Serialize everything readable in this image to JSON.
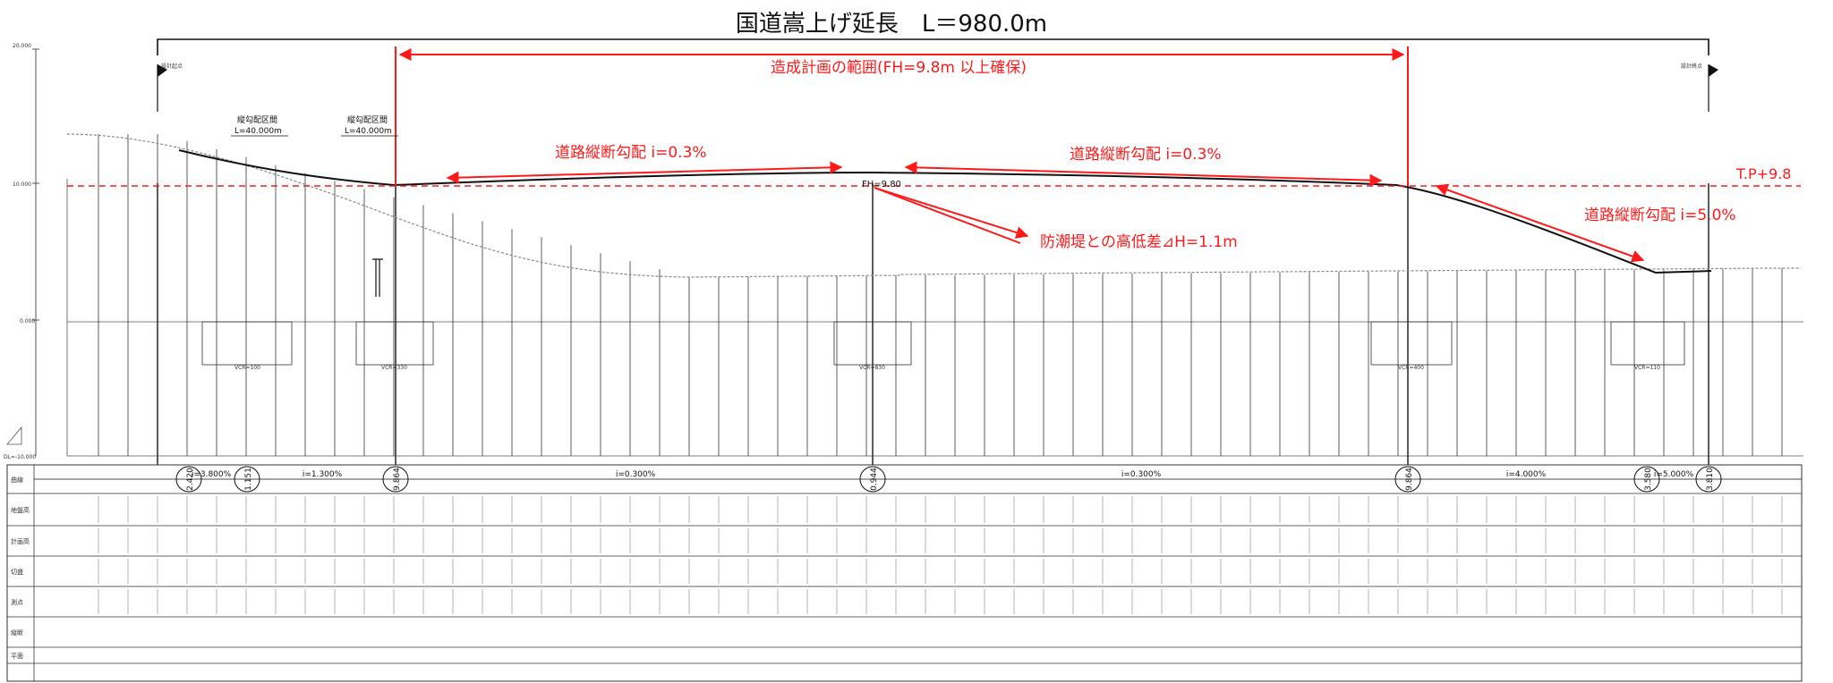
{
  "title": "国道嵩上げ延長　L＝980.0m",
  "annotations": {
    "development_range": "造成計画の範囲(FH=9.8m 以上確保)",
    "grade_left": "道路縦断勾配 i=0.3%",
    "grade_middle": "道路縦断勾配 i=0.3%",
    "grade_right": "道路縦断勾配 i=5.0%",
    "tp_level": "T.P+9.8",
    "seawall_diff": "防潮堤との高低差⊿H=1.1m",
    "fh_label": "FH=9.80"
  },
  "small_labels": {
    "sec_a": "縦勾配区間",
    "sec_a_len": "L=40.000m",
    "sec_b": "縦勾配区間",
    "sec_b_len": "L=40.000m",
    "start_point": "設計起点",
    "end_point": "設計終点"
  },
  "axis_labels": {
    "y_top": "20.000",
    "y_mid": "10.000",
    "y_low": "0.000",
    "datum": "DL=-10.000"
  },
  "curve_values": [
    "2.420",
    "1.151",
    "9.864",
    "0.944",
    "9.864",
    "3.580",
    "3.810"
  ],
  "grade_labels": [
    "i=3.800%",
    "i=1.300%",
    "i=0.300%",
    "i=0.300%",
    "i=4.000%",
    "i=5.000%"
  ],
  "vc_labels": [
    "VCR=100",
    "VCR=330",
    "VCR=830",
    "VCR=400",
    "VCR=110"
  ],
  "row_labels": [
    "曲線",
    "地盤高",
    "計画高",
    "切盛",
    "測点",
    "縦断",
    "平面"
  ],
  "colors": {
    "accent": "#ff1a1a",
    "line": "#111111",
    "grid": "#555555"
  }
}
